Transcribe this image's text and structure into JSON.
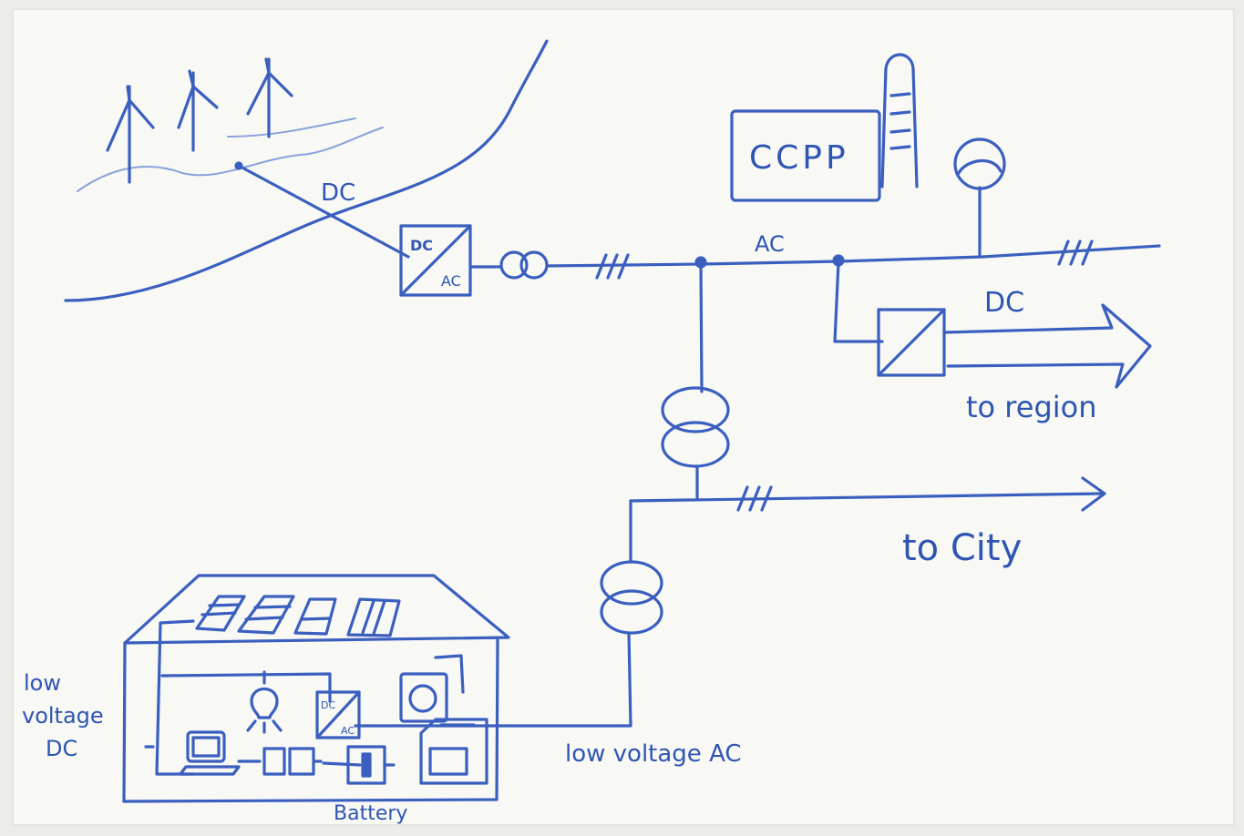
{
  "colors": {
    "paper": "#f7f7f4",
    "border": "#e2e2de",
    "ink": "#3a5fbf",
    "ink_light": "#8aa2d8"
  },
  "labels": {
    "dc_wind": "DC",
    "converter_dc": "DC",
    "converter_ac": "AC",
    "ac_bus": "AC",
    "ccpp": "CCPP",
    "dc_region": "DC",
    "to_region": "to region",
    "to_city": "to City",
    "low_voltage_dc": [
      "low",
      "voltage",
      "DC"
    ],
    "low_voltage_ac": "low voltage AC",
    "battery": "Battery",
    "house_converter_dc": "DC",
    "house_converter_ac": "AC"
  },
  "icons": {
    "wind_turbines": "wind-turbine-icon",
    "power_plant_stack": "smokestack-icon",
    "transformer": "transformer-icon",
    "solar_panel": "solar-panel-icon",
    "lamp": "lamp-icon",
    "washing_machine": "washing-machine-icon",
    "computer": "computer-icon",
    "stove": "stove-icon"
  }
}
